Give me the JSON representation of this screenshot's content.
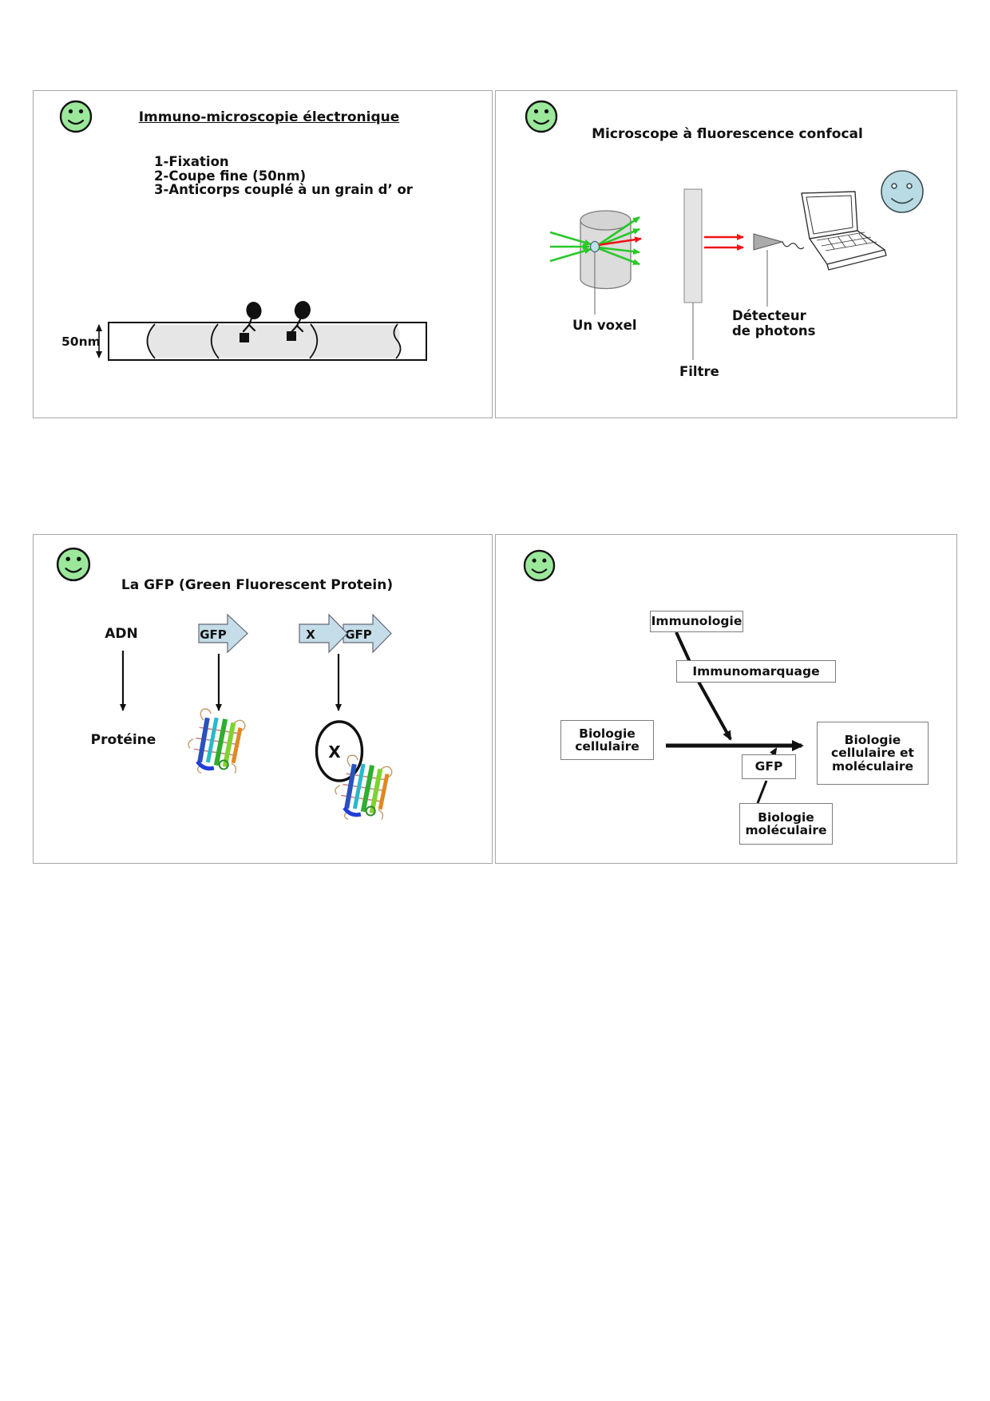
{
  "page": {
    "background": "#ffffff",
    "type": "slide-handout-4up"
  },
  "colors": {
    "smiley_green": "#9be89b",
    "smiley_blue": "#b9dce4",
    "ray_green": "#28c828",
    "ray_red": "#f01414",
    "gene_arrow_blue": "#c4dde8",
    "cylinder_gray": "#dcdcdc",
    "filter_gray": "#e4e4e4",
    "section_gray": "#e6e6e6",
    "gold_grain_black": "#111111"
  },
  "icons": {
    "slide1_corner": "smiley-face",
    "slide2_corner": "smiley-face",
    "slide3_corner": "smiley-face",
    "slide4_corner": "smiley-face",
    "slide2_extra": "blue-smiley-face",
    "slide2_computer": "laptop",
    "slide3_protein": "gfp-ribbon-structure"
  },
  "slide1": {
    "title": "Immuno-microscopie électronique",
    "steps": [
      "1-Fixation",
      "2-Coupe fine (50nm)",
      "3-Anticorps couplé à un grain d’ or"
    ],
    "scale_label": "50nm"
  },
  "slide2": {
    "title": "Microscope à fluorescence confocal",
    "voxel_label": "Un voxel",
    "filter_label": "Filtre",
    "detector_line1": "Détecteur",
    "detector_line2": "de photons"
  },
  "slide3": {
    "title": "La GFP (Green Fluorescent Protein)",
    "dna_label": "ADN",
    "protein_label": "Protéine",
    "gene_arrow_gfp": "GFP",
    "gene_arrow_x": "X",
    "gene_arrow_gfp2": "GFP",
    "protein_x": "X"
  },
  "slide4": {
    "immunologie": "Immunologie",
    "immunomarquage": "Immunomarquage",
    "bio_cell": [
      "Biologie",
      "cellulaire"
    ],
    "bio_cell_mol": [
      "Biologie",
      "cellulaire et",
      "moléculaire"
    ],
    "gfp": "GFP",
    "bio_mol": [
      "Biologie",
      "moléculaire"
    ]
  }
}
